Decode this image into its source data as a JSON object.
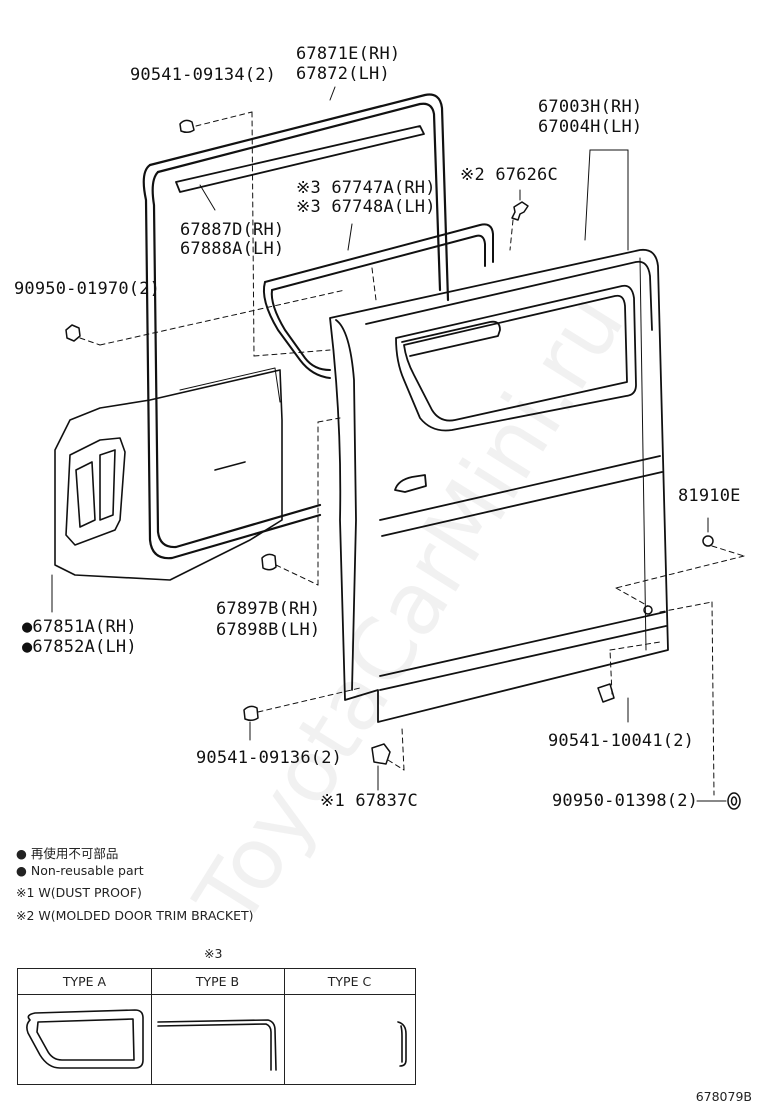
{
  "watermark": "ToyotaCarMini.ru",
  "part_labels": {
    "p1": "67871E(RH)",
    "p2": "67872(LH)",
    "p3": "90541-09134(2)",
    "p4": "67003H(RH)",
    "p5": "67004H(LH)",
    "p6": "※2 67626C",
    "p7": "※3 67747A(RH)",
    "p8": "※3 67748A(LH)",
    "p9": "67887D(RH)",
    "p10": "67888A(LH)",
    "p11": "90950-01970(2)",
    "p12": "81910E",
    "p13": "67897B(RH)",
    "p14": "67898B(LH)",
    "p15": "●67851A(RH)",
    "p16": "●67852A(LH)",
    "p17": "90541-10041(2)",
    "p18": "90541-09136(2)",
    "p19": "※1 67837C",
    "p20": "90950-01398(2)"
  },
  "legend": {
    "nonreusable_jp": "● 再使用不可部品",
    "nonreusable_en": "● Non-reusable part",
    "note1": "※1 W(DUST PROOF)",
    "note2": "※2 W(MOLDED DOOR TRIM BRACKET)"
  },
  "type_table": {
    "mark": "※3",
    "type_a": "TYPE A",
    "type_b": "TYPE B",
    "type_c": "TYPE C"
  },
  "diagram_code": "678079B"
}
